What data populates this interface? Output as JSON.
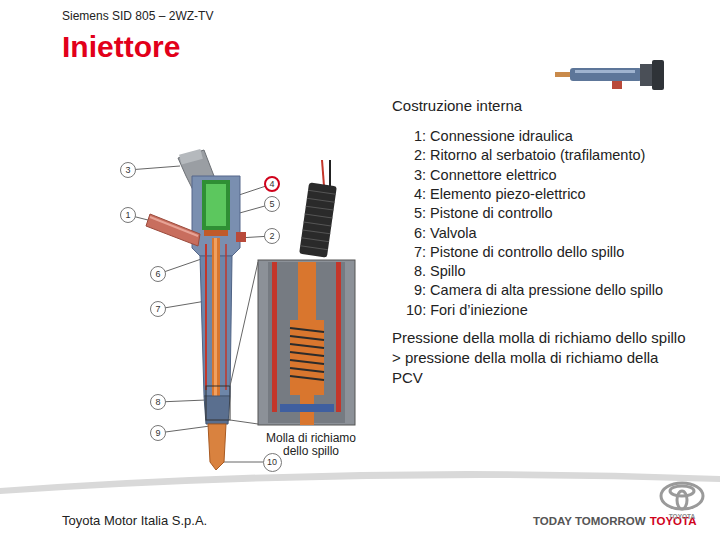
{
  "diagram": {
    "title": "Iniettore",
    "nodes": [
      {
        "text": [
          "3"
        ]
      },
      {
        "text": [
          "4"
        ]
      },
      {
        "text": [
          "5"
        ]
      },
      {
        "text": [
          "1"
        ]
      },
      {
        "text": [
          "2"
        ]
      },
      {
        "text": [
          "6"
        ]
      },
      {
        "text": [
          "7"
        ]
      },
      {
        "text": [
          "8"
        ]
      },
      {
        "text": [
          "9"
        ]
      },
      {
        "text": [
          "10"
        ]
      }
    ],
    "labels": [
      "Siemens SID 805 – 2WZ-TV",
      "Costruzione interna",
      "1: Connessione idraulica",
      "2: Ritorno al serbatoio (trafilamento)",
      "3: Connettore elettrico",
      "4: Elemento piezo-elettrico",
      "5: Pistone di controllo",
      "6: Valvola",
      "7: Pistone di controllo dello spillo",
      "8. Spillo",
      "9: Camera di alta pressione dello spillo",
      "10: Fori d’iniezione",
      "Pressione della molla di richiamo dello spillo > pressione della molla di richiamo della PCV",
      "Molla di richiamo dello spillo",
      "Toyota Motor Italia S.p.A.",
      "TODAY TOMORROW",
      "TOYOTA",
      "TOYOTA"
    ]
  }
}
